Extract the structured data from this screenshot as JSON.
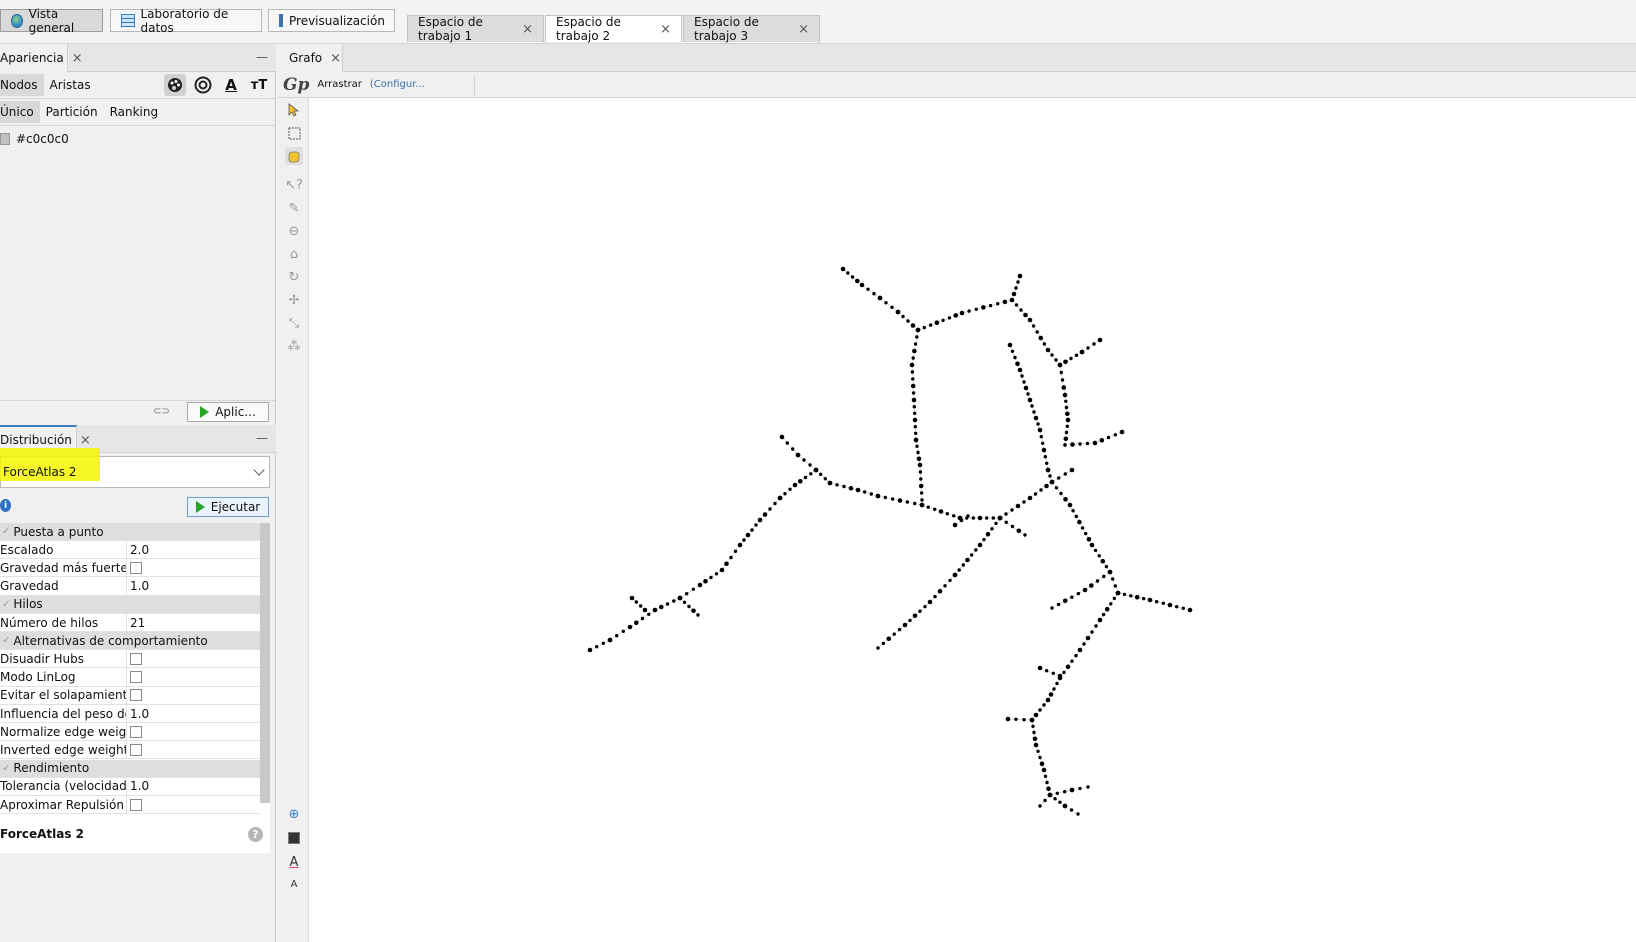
{
  "topbar": {
    "overview": "Vista general",
    "datalab": "Laboratorio de datos",
    "preview": "Previsualización",
    "workspaces": [
      "Espacio de trabajo 1",
      "Espacio de trabajo 2",
      "Espacio de trabajo 3"
    ],
    "active_workspace_index": 1
  },
  "appearance": {
    "tab_label": "Apariencia",
    "element_tabs": [
      "Nodos",
      "Aristas"
    ],
    "mode_tabs": [
      "Único",
      "Partición",
      "Ranking"
    ],
    "color_value": "#c0c0c0",
    "apply_label": "Aplic...",
    "icons": [
      "palette-icon",
      "size-icon",
      "label-color-icon",
      "label-size-icon"
    ]
  },
  "layout": {
    "tab_label": "Distribución",
    "algorithm": "ForceAtlas 2",
    "run_label": "Ejecutar",
    "footer_title": "ForceAtlas 2",
    "properties": [
      {
        "type": "group",
        "label": "Puesta a punto"
      },
      {
        "type": "text",
        "label": "Escalado",
        "value": "2.0"
      },
      {
        "type": "check",
        "label": "Gravedad más fuerte",
        "value": false
      },
      {
        "type": "text",
        "label": "Gravedad",
        "value": "1.0"
      },
      {
        "type": "group",
        "label": "Hilos"
      },
      {
        "type": "text",
        "label": "Número de hilos",
        "value": "21"
      },
      {
        "type": "group",
        "label": "Alternativas de comportamiento"
      },
      {
        "type": "check",
        "label": "Disuadir Hubs",
        "value": false
      },
      {
        "type": "check",
        "label": "Modo LinLog",
        "value": false
      },
      {
        "type": "check",
        "label": "Evitar el solapamiento",
        "value": false
      },
      {
        "type": "text",
        "label": "Influencia del peso de las",
        "value": "1.0"
      },
      {
        "type": "check",
        "label": "Normalize edge weights",
        "value": false
      },
      {
        "type": "check",
        "label": "Inverted edge weights",
        "value": false
      },
      {
        "type": "group",
        "label": "Rendimiento"
      },
      {
        "type": "text",
        "label": "Tolerancia (velocidad)",
        "value": "1.0"
      },
      {
        "type": "check",
        "label": "Aproximar Repulsión",
        "value": false
      }
    ]
  },
  "graph": {
    "tab_label": "Grafo",
    "tool_label": "Arrastrar",
    "config_link": "(Configur...",
    "node_color": "#000000"
  }
}
